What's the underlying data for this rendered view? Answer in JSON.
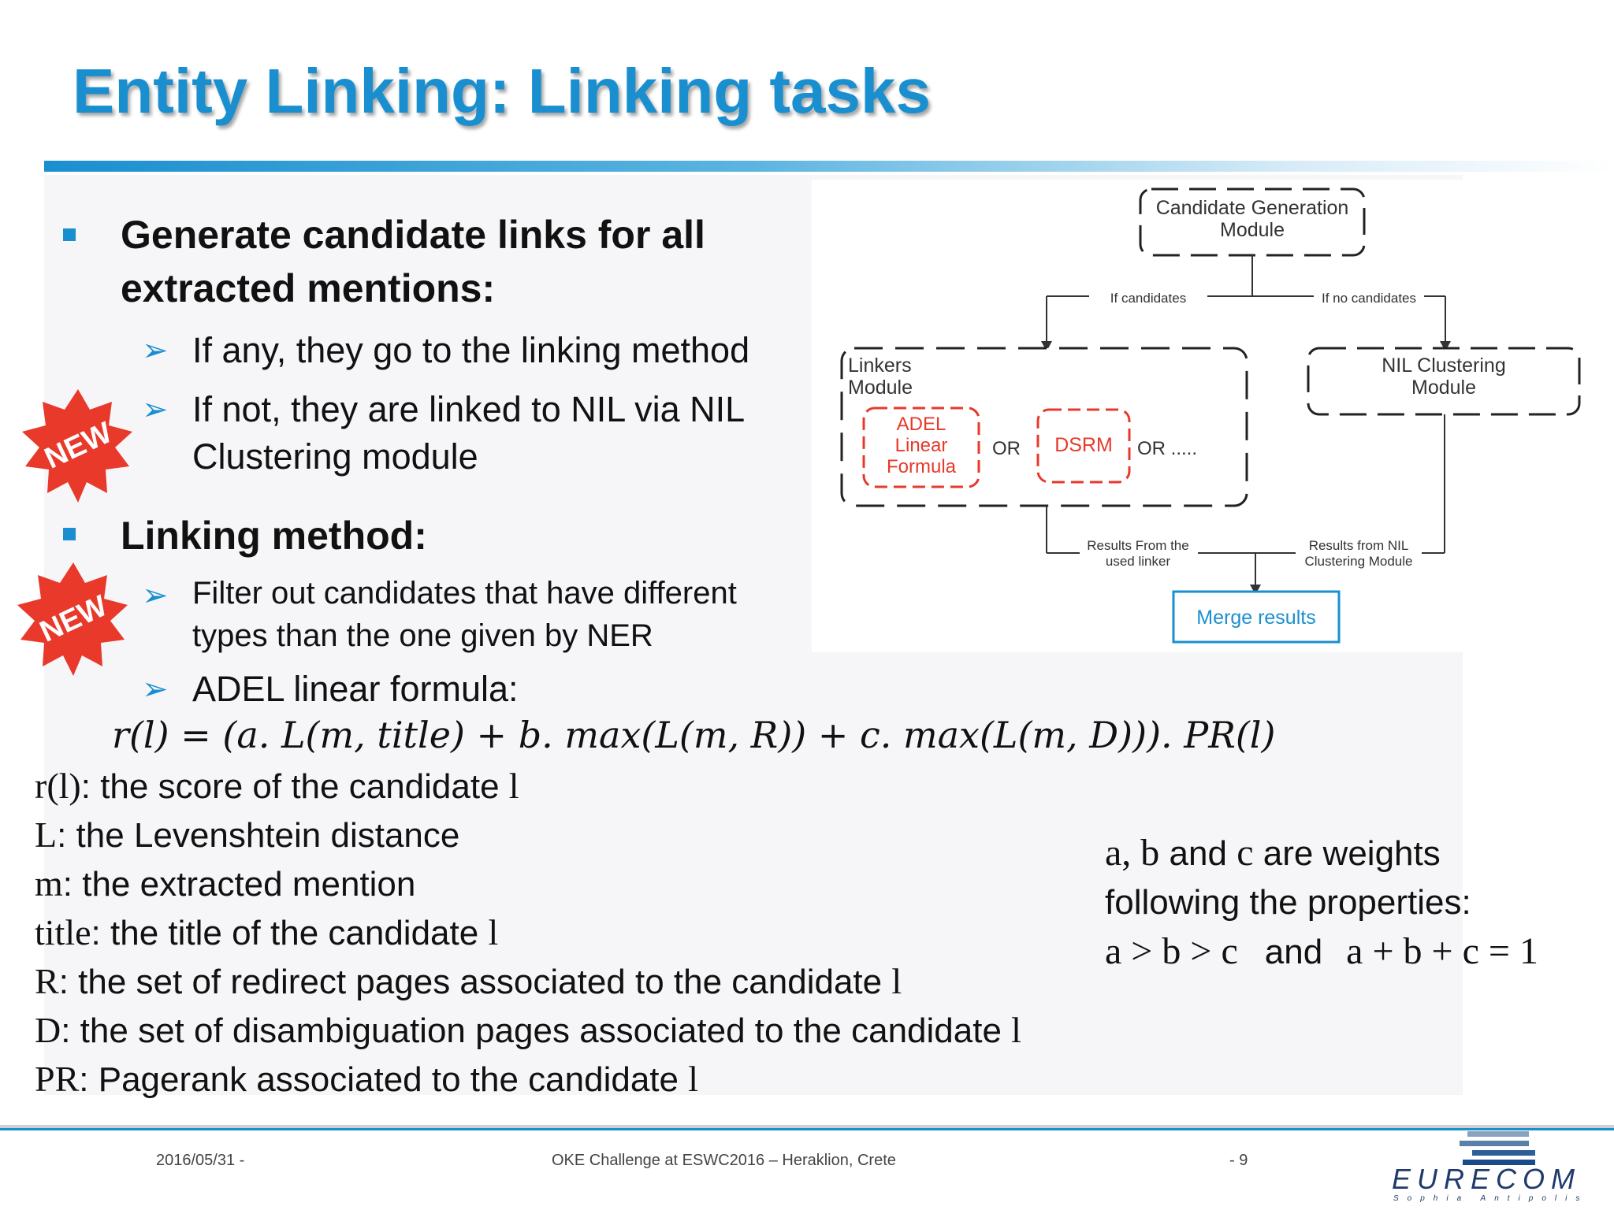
{
  "title": "Entity Linking: Linking tasks",
  "bullets": [
    {
      "heading_line1": "Generate candidate links for all",
      "heading_line2": "extracted mentions:",
      "subs": [
        {
          "line1": "If any, they go to the linking method",
          "line2": ""
        },
        {
          "line1": "If not, they are linked to NIL via NIL",
          "line2": "Clustering module"
        }
      ]
    },
    {
      "heading_line1": "Linking method:",
      "subs": [
        {
          "line1": "Filter out candidates that have different",
          "line2": "types than the one given by NER"
        },
        {
          "line1": "ADEL linear formula:",
          "line2": ""
        }
      ]
    }
  ],
  "badges": [
    "NEW",
    "NEW"
  ],
  "formula": "r(l) = (a. L(m, title) + b. max(L(m, R)) + c. max(L(m, D))). PR(l)",
  "definitions": [
    {
      "sym": "r(l)",
      "text": ": the score of the candidate ",
      "tail": "l"
    },
    {
      "sym": "L",
      "text": ": the Levenshtein distance",
      "tail": ""
    },
    {
      "sym": "m",
      "text": ": the extracted mention",
      "tail": ""
    },
    {
      "sym": "title",
      "text": ": the title of the candidate ",
      "tail": "l"
    },
    {
      "sym": "R",
      "text": ": the set of redirect pages associated to the candidate ",
      "tail": "l"
    },
    {
      "sym": "D",
      "text": ": the set of disambiguation pages associated to the candidate ",
      "tail": "l"
    },
    {
      "sym": "PR",
      "text": ": Pagerank associated to the candidate ",
      "tail": "l"
    }
  ],
  "weights": {
    "line1_a": "a, b",
    "line1_mid": " and ",
    "line1_c": "c",
    "line1_tail": " are weights",
    "line2": "following the properties:",
    "line3_left": "a > b > c",
    "line3_and": "and",
    "line3_right": "a + b + c = 1"
  },
  "diagram": {
    "candidate_gen": [
      "Candidate Generation",
      "Module"
    ],
    "if_candidates": "If candidates",
    "if_no_candidates": "If no candidates",
    "linkers_module": [
      "Linkers",
      "Module"
    ],
    "adel": [
      "ADEL",
      "Linear",
      "Formula"
    ],
    "or1": "OR",
    "dsrm": "DSRM",
    "or2": "OR .....",
    "nil_clustering": [
      "NIL Clustering",
      "Module"
    ],
    "results_linker": [
      "Results From the",
      "used linker"
    ],
    "results_nil": [
      "Results from NIL",
      "Clustering Module"
    ],
    "merge": "Merge results",
    "colors": {
      "red": "#e8392b",
      "blue": "#1a8fd0",
      "dark": "#222222"
    }
  },
  "footer": {
    "date": "2016/05/31 -",
    "event": "OKE Challenge at ESWC2016 – Heraklion, Crete",
    "page": "- 9",
    "logo": "EURECOM",
    "logo_sub": "Sophia Antipolis"
  }
}
